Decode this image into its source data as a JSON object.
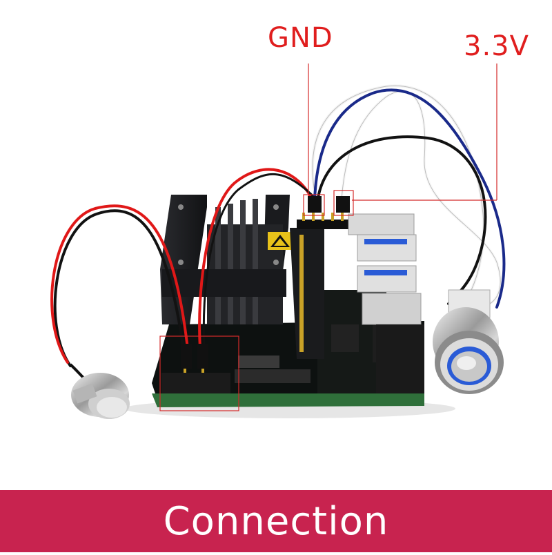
{
  "labels": {
    "gnd": "GND",
    "v33": "3.3V",
    "color": "#e01e1e"
  },
  "banner": {
    "title": "Connection",
    "background": "#c8234f",
    "text_color": "#ffffff"
  },
  "colors": {
    "heatsink": "#1c1d20",
    "pcb": "#101412",
    "wire_red": "#e01818",
    "wire_black": "#121212",
    "wire_blue": "#1a2a8a",
    "wire_white": "#f4f4f4",
    "button_led": "#2a5bd6",
    "highlight_box": "#d42a2a"
  },
  "icons": {
    "left_button": "metal-push-button-icon",
    "right_button": "led-push-button-icon",
    "warning": "warning-triangle-icon"
  }
}
